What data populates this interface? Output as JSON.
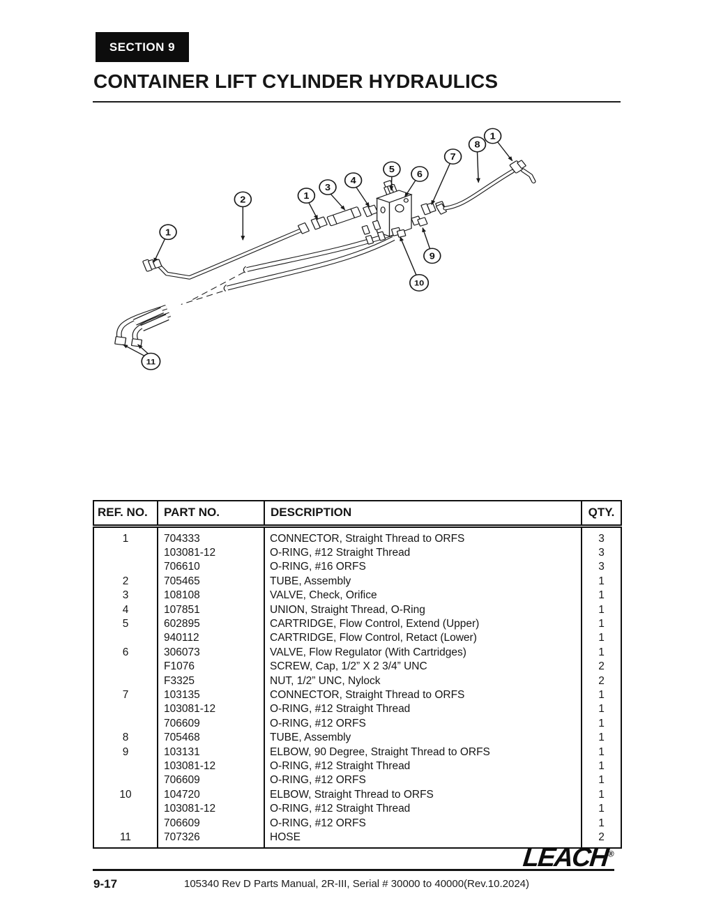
{
  "page": {
    "section_label": "SECTION 9",
    "title": "CONTAINER LIFT CYLINDER HYDRAULICS",
    "page_number": "9-17",
    "footer_text": "105340 Rev D Parts Manual, 2R-III, Serial # 30000 to 40000(Rev.10.2024)",
    "brand": "LEACH",
    "brand_reg": "®"
  },
  "diagram": {
    "callouts": [
      "1",
      "2",
      "1",
      "3",
      "4",
      "5",
      "6",
      "7",
      "8",
      "1",
      "9",
      "10",
      "11"
    ]
  },
  "table": {
    "headers": [
      "REF. NO.",
      "PART NO.",
      "DESCRIPTION",
      "QTY."
    ],
    "rows": [
      {
        "ref": "1",
        "part": "704333",
        "desc": "CONNECTOR, Straight Thread to ORFS",
        "qty": "3"
      },
      {
        "ref": "",
        "part": "103081-12",
        "desc": "O-RING, #12 Straight Thread",
        "qty": "3"
      },
      {
        "ref": "",
        "part": "706610",
        "desc": "O-RING, #16 ORFS",
        "qty": "3"
      },
      {
        "ref": "2",
        "part": "705465",
        "desc": "TUBE, Assembly",
        "qty": "1"
      },
      {
        "ref": "3",
        "part": "108108",
        "desc": "VALVE, Check, Orifice",
        "qty": "1"
      },
      {
        "ref": "4",
        "part": "107851",
        "desc": "UNION, Straight Thread, O-Ring",
        "qty": "1"
      },
      {
        "ref": "5",
        "part": "602895",
        "desc": "CARTRIDGE, Flow Control, Extend (Upper)",
        "qty": "1"
      },
      {
        "ref": "",
        "part": "940112",
        "desc": "CARTRIDGE, Flow Control, Retact (Lower)",
        "qty": "1"
      },
      {
        "ref": "6",
        "part": "306073",
        "desc": "VALVE, Flow Regulator (With Cartridges)",
        "qty": "1"
      },
      {
        "ref": "",
        "part": "F1076",
        "desc": "SCREW, Cap, 1/2” X 2 3/4” UNC",
        "qty": "2"
      },
      {
        "ref": "",
        "part": "F3325",
        "desc": "NUT, 1/2” UNC, Nylock",
        "qty": "2"
      },
      {
        "ref": "7",
        "part": "103135",
        "desc": "CONNECTOR, Straight Thread to ORFS",
        "qty": "1"
      },
      {
        "ref": "",
        "part": "103081-12",
        "desc": "O-RING, #12 Straight Thread",
        "qty": "1"
      },
      {
        "ref": "",
        "part": "706609",
        "desc": "O-RING, #12 ORFS",
        "qty": "1"
      },
      {
        "ref": "8",
        "part": "705468",
        "desc": "TUBE, Assembly",
        "qty": "1"
      },
      {
        "ref": "9",
        "part": "103131",
        "desc": "ELBOW, 90 Degree, Straight Thread to ORFS",
        "qty": "1"
      },
      {
        "ref": "",
        "part": "103081-12",
        "desc": "O-RING, #12 Straight Thread",
        "qty": "1"
      },
      {
        "ref": "",
        "part": "706609",
        "desc": "O-RING, #12 ORFS",
        "qty": "1"
      },
      {
        "ref": "10",
        "part": "104720",
        "desc": "ELBOW, Straight Thread to ORFS",
        "qty": "1"
      },
      {
        "ref": "",
        "part": "103081-12",
        "desc": "O-RING, #12 Straight Thread",
        "qty": "1"
      },
      {
        "ref": "",
        "part": "706609",
        "desc": "O-RING, #12 ORFS",
        "qty": "1"
      },
      {
        "ref": "11",
        "part": "707326",
        "desc": "HOSE",
        "qty": "2"
      }
    ]
  }
}
